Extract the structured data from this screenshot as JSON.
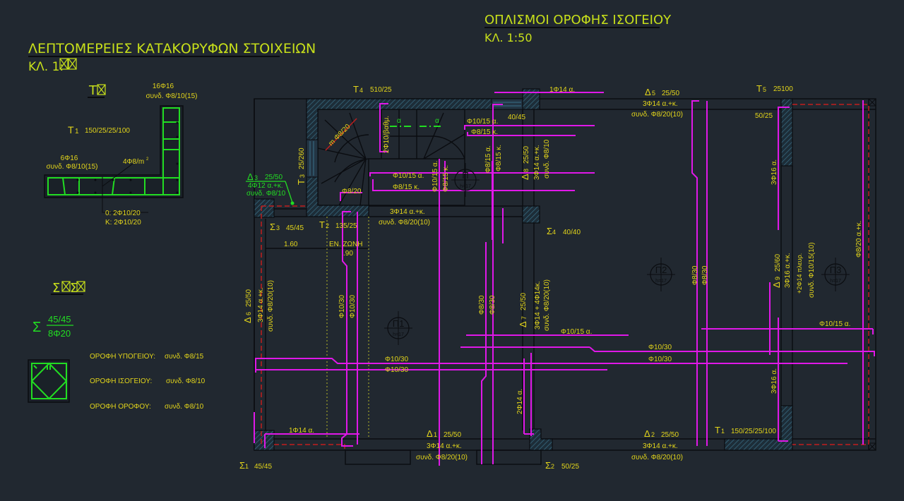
{
  "colors": {
    "background": "#212830",
    "title": "#c8e01a",
    "label": "#e3d51a",
    "rebar": "#e018e8",
    "detail_rebar": "#22dd22",
    "red_dashed": "#c21e1e",
    "hatch": "#2f5a6e"
  },
  "left_panel": {
    "title": "ΛΕΠΤΟΜΕΡΕΙΕΣ ΚΑΤΑΚΟΡΥΦΩΝ ΣΤΟΙΧΕΙΩΝ",
    "scale": "ΚΛ. 1:",
    "wall_section": {
      "heading": "Τ",
      "vertical_bars": "16Φ16",
      "vertical_stirrups": "συνδ. Φ8/10(15)",
      "name": "Τ",
      "name_sub": "1",
      "dims": "150/25/25/100",
      "horizontal_bars": "6Φ16",
      "horizontal_stirrups": "συνδ. Φ8/10(15)",
      "ties": "4Φ8/m",
      "ties_sup": "2",
      "mesh_o": "0: 2Φ10/20",
      "mesh_k": "Κ: 2Φ10/20"
    },
    "column_section": {
      "heading": "Σ",
      "symbol": "Σ",
      "dims": "45/45",
      "bars": "8Φ20",
      "stirrups": [
        {
          "floor": "ΟΡΟΦΗ ΥΠΟΓΕΙΟΥ:",
          "value": "συνδ. Φ8/15"
        },
        {
          "floor": "ΟΡΟΦΗ ΙΣΟΓΕΙΟΥ:",
          "value": "συνδ. Φ8/10"
        },
        {
          "floor": "ΟΡΟΦΗ ΟΡΟΦΟΥ:",
          "value": "συνδ. Φ8/10"
        }
      ]
    }
  },
  "plan": {
    "title": "ΟΠΛΙΣΜΟΙ ΟΡΟΦΗΣ ΙΣΟΓΕΙΟΥ",
    "scale": "ΚΛ. 1:50",
    "walls": {
      "t4": {
        "sym": "Τ",
        "sub": "4",
        "dims": "510/25"
      },
      "t5": {
        "sym": "Τ",
        "sub": "5",
        "dims": "25100"
      },
      "t3": {
        "sym": "Τ",
        "sub": "3",
        "dims": "25/260"
      },
      "t2": {
        "sym": "Τ",
        "sub": "2",
        "dims": "135/25"
      },
      "t1": {
        "sym": "Τ",
        "sub": "1",
        "dims": "150/25/25/100"
      },
      "w4045": "40/45",
      "w5025": "50/25"
    },
    "columns": {
      "s1": {
        "sym": "Σ",
        "sub": "1",
        "dims": "45/45"
      },
      "s2": {
        "sym": "Σ",
        "sub": "2",
        "dims": "50/25"
      },
      "s3": {
        "sym": "Σ",
        "sub": "3",
        "dims": "45/45"
      },
      "s4": {
        "sym": "Σ",
        "sub": "4",
        "dims": "40/40"
      }
    },
    "beams": {
      "d1": {
        "sym": "Δ",
        "sub": "1",
        "dims": "25/50",
        "bars": "3Φ14 α.+κ.",
        "stirrups": "συνδ. Φ8/20(10)"
      },
      "d2": {
        "sym": "Δ",
        "sub": "2",
        "dims": "25/50",
        "bars": "3Φ14 α.+κ.",
        "stirrups": "συνδ. Φ8/20(10)"
      },
      "d3": {
        "sym": "Δ",
        "sub": "3",
        "dims": "25/50",
        "bars": "4Φ12 α.+κ.",
        "stirrups": "συνδ. Φ8/10"
      },
      "d5": {
        "sym": "Δ",
        "sub": "5",
        "dims": "25/50",
        "bars": "3Φ14 α.+κ.",
        "stirrups": "συνδ. Φ8/20(10)"
      },
      "d6": {
        "sym": "Δ",
        "sub": "6",
        "dims": "25/50",
        "bars": "3Φ14 α.+κ.",
        "stirrups": "συνδ. Φ8/20(10)"
      },
      "d7": {
        "sym": "Δ",
        "sub": "7",
        "dims": "25/50",
        "bars": "3Φ14 + 4Φ14κ.",
        "stirrups": "συνδ. Φ8/20(10)"
      },
      "d8": {
        "sym": "Δ",
        "sub": "8",
        "dims": "25/50",
        "bars": "3Φ14 α.+κ.",
        "stirrups": "συνδ. Φ8/10"
      },
      "d9": {
        "sym": "Δ",
        "sub": "9",
        "dims": "25/60",
        "bars": "3Φ16 α.+κ.",
        "extra": "+2Φ14 πλευρ.",
        "stirrups": "συνδ. Φ10/15(10)"
      },
      "t2beam": {
        "bars": "3Φ14 α.+κ.",
        "stirrups": "συνδ. Φ8/20(10)"
      }
    },
    "slabs": [
      {
        "id": "Π1",
        "h": "h=17"
      },
      {
        "id": "Π2",
        "h": "h=17"
      },
      {
        "id": "Π3",
        "h": "h=17"
      },
      {
        "id": "Π",
        "h": "h=17"
      }
    ],
    "rebar_labels": {
      "top_1f14": "1Φ14 α.",
      "bottom_1f14": "1Φ14 α.",
      "f10_15a_stair": "Φ10/15 α.",
      "f8_15k_stair": "Φ8/15 κ.",
      "f10_15a_top": "Φ10/15 α.",
      "f8_15k_top": "Φ8/15 κ.",
      "v_f10_15a": "Φ10/15 α.",
      "v_f8_15k": "Φ8/15 κ.",
      "v_f8_15a_2": "Φ8/15 α.",
      "v_f8_15k_2": "Φ8/15 κ.",
      "stair_f8_20": "Φ8/20",
      "stair_m": "m  Φ8/20",
      "stair_2f10": "2Φ10/βαθμ.",
      "section_a": "α",
      "f10_30_v1": "Φ10/30",
      "f10_30_v2": "Φ10/30",
      "f8_30_v1": "Φ8/30",
      "f8_30_v2": "Φ8/30",
      "f8_30_v3": "Φ8/30",
      "f8_30_v4": "Φ8/30",
      "f10_30_h1": "Φ10/30",
      "f10_30_h2": "Φ10/30",
      "f10_30_h3": "Φ10/30",
      "f10_30_h4": "Φ10/30",
      "f10_15a_mid": "Φ10/15 α.",
      "f10_15a_right": "Φ10/15 α.",
      "f2f14": "2Φ14 α.",
      "f3f16_top": "3Φ16 α.",
      "f3f16_bot": "3Φ16 α.",
      "f8_20ak": "Φ8/20 α.+κ.",
      "dim_160": "1.60",
      "en_zone": "ΕΝ. ΖΩΝΗ",
      "dim_90": ".90"
    }
  }
}
